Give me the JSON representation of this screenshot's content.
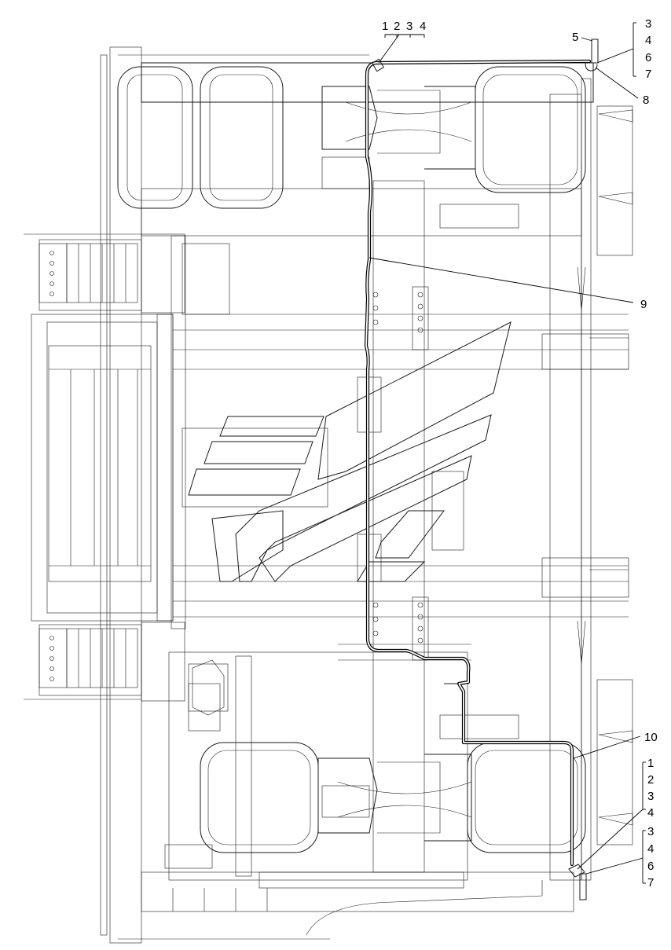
{
  "callouts": {
    "top_group": [
      "1",
      "2",
      "3",
      "4"
    ],
    "top_right_single": "5",
    "top_right_bracket": [
      "3",
      "4",
      "6",
      "7"
    ],
    "label_8": "8",
    "label_9": "9",
    "label_10": "10",
    "bottom_right_bracket_a": [
      "1",
      "2",
      "3",
      "4"
    ],
    "bottom_right_bracket_b": [
      "3",
      "4",
      "6",
      "7"
    ]
  },
  "colors": {
    "line": "#1a1a1a",
    "pipe": "#000000",
    "background": "#ffffff"
  }
}
